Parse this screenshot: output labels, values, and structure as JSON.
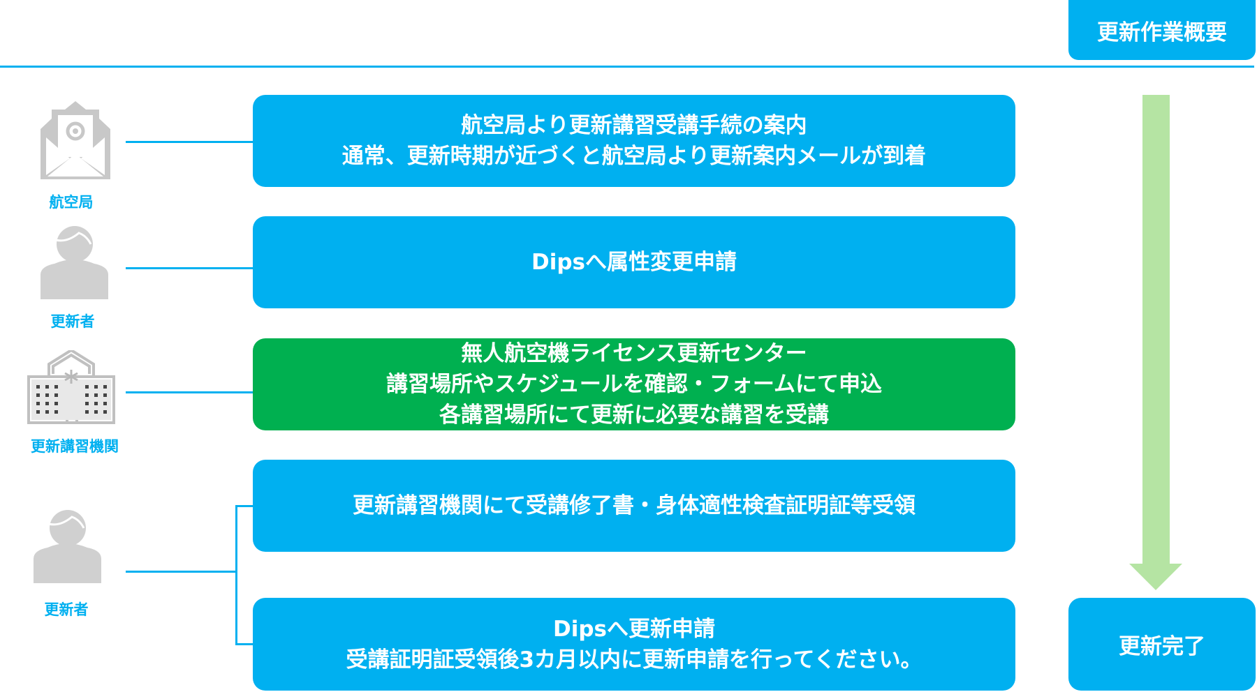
{
  "header": {
    "title": "更新作業概要"
  },
  "colors": {
    "accent_blue": "#00b0f0",
    "step_green": "#00b050",
    "arrow_green": "#b5e4a3",
    "icon_gray": "#c8c8c8"
  },
  "actors": [
    {
      "label": "航空局",
      "icon": "envelope-at-icon"
    },
    {
      "label": "更新者",
      "icon": "person-icon"
    },
    {
      "label": "更新講習機関",
      "icon": "building-icon"
    },
    {
      "label": "更新者",
      "icon": "person-icon"
    }
  ],
  "steps": [
    {
      "lines": [
        "航空局より更新講習受講手続の案内",
        "通常、更新時期が近づくと航空局より更新案内メールが到着"
      ],
      "color": "blue"
    },
    {
      "lines": [
        "Dipsへ属性変更申請"
      ],
      "color": "blue"
    },
    {
      "lines": [
        "無人航空機ライセンス更新センター",
        "講習場所やスケジュールを確認・フォームにて申込",
        "各講習場所にて更新に必要な講習を受講"
      ],
      "color": "green"
    },
    {
      "lines": [
        "更新講習機関にて受講修了書・身体適性検査証明証等受領"
      ],
      "color": "blue"
    },
    {
      "lines": [
        "Dipsへ更新申請",
        "受講証明証受領後3カ月以内に更新申請を行ってください。"
      ],
      "color": "blue"
    }
  ],
  "completion": {
    "label": "更新完了"
  }
}
